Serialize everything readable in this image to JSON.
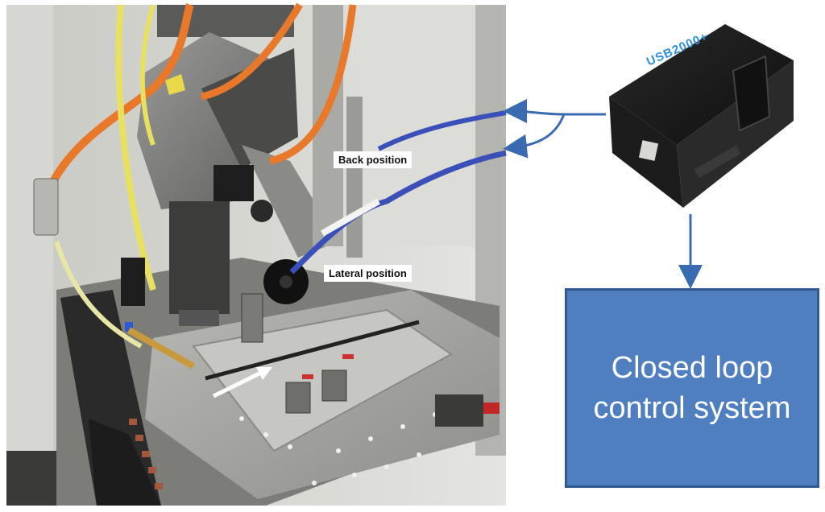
{
  "labels": {
    "back_position": "Back position",
    "lateral_position": "Lateral position"
  },
  "control_box": {
    "text": "Closed loop control system"
  },
  "device": {
    "model_text": "USB2000+"
  },
  "colors": {
    "arrow": "#3a6bb0",
    "control_box_fill": "#4f7fbe",
    "control_box_border": "#2f5a8f",
    "fiber_blue": "#3a4fb8",
    "cable_orange": "#e8782a",
    "tube_yellow": "#e8e060"
  }
}
